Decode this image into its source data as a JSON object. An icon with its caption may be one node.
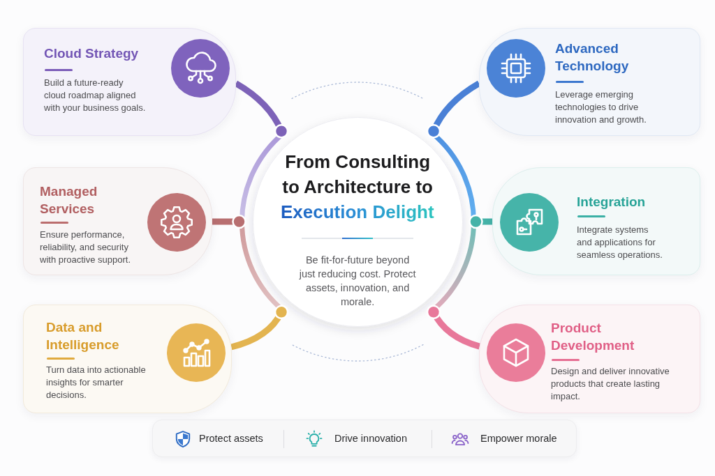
{
  "diagram": {
    "nodes": [
      {
        "text": [
          "From Consulting to Architecture to",
          "Execution Delight",
          "Be fit-for-future beyond just reducing cost. Protect assets, innovation, and morale."
        ]
      },
      {
        "text": [
          "Cloud Strategy",
          "Build a future-ready cloud roadmap aligned with your business goals."
        ]
      },
      {
        "text": [
          "Advanced Technology",
          "Leverage emerging technologies to drive innovation and growth."
        ]
      },
      {
        "text": [
          "Managed Services",
          "Ensure performance, reliability, and security with proactive support."
        ]
      },
      {
        "text": [
          "Integration",
          "Integrate systems and applications for seamless operations."
        ]
      },
      {
        "text": [
          "Data and Intelligence",
          "Turn data into actionable insights for smarter decisions."
        ]
      },
      {
        "text": [
          "Product Development",
          "Design and deliver innovative products that create lasting impact."
        ]
      }
    ],
    "edges": [
      {
        "from": 0,
        "to": 1,
        "arrow": "other",
        "color": "#7d62b8"
      },
      {
        "from": 0,
        "to": 2,
        "arrow": "other",
        "color": "#4a80d6"
      },
      {
        "from": 0,
        "to": 3,
        "arrow": "other",
        "color": "#b86f70"
      },
      {
        "from": 0,
        "to": 4,
        "arrow": "other",
        "color": "#45b3a8"
      },
      {
        "from": 0,
        "to": 5,
        "arrow": "other",
        "color": "#e3b450"
      },
      {
        "from": 0,
        "to": 6,
        "arrow": "other",
        "color": "#e8789a"
      }
    ],
    "labels": [
      "Protect assets",
      "Drive innovation",
      "Empower morale"
    ]
  }
}
